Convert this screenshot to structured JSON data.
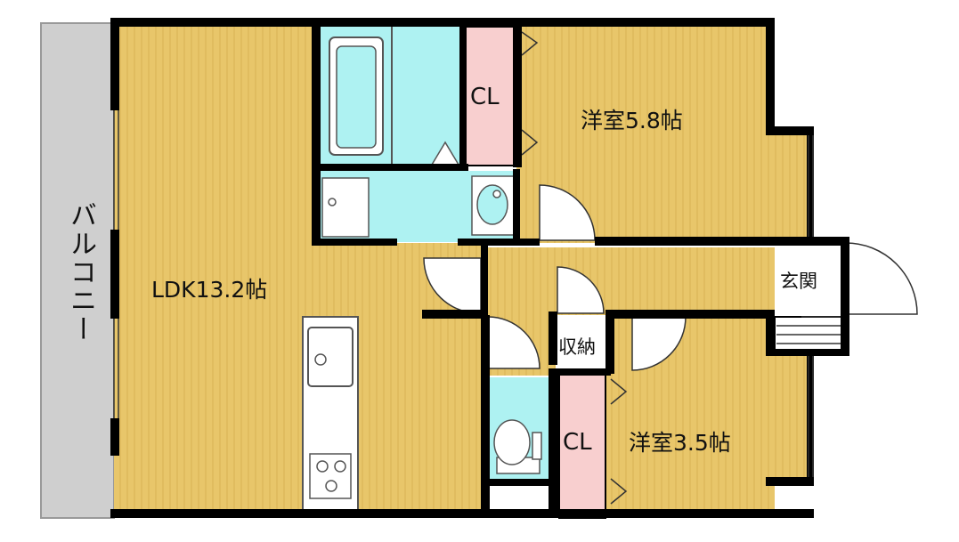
{
  "labels": {
    "ldk": "LDK13.2帖",
    "western_room_large": "洋室5.8帖",
    "western_room_small": "洋室3.5帖",
    "closet_top": "CL",
    "closet_bottom": "CL",
    "storage": "収納",
    "entrance": "玄関",
    "balcony": "バルコニー"
  },
  "colors": {
    "floor": "#e8c66a",
    "floor_stripe": "#d9b354",
    "wall": "#000000",
    "bath": "#aef2f2",
    "closet": "#f8cfcf",
    "balcony": "#cfcfcf",
    "fixture": "#ffffff"
  }
}
